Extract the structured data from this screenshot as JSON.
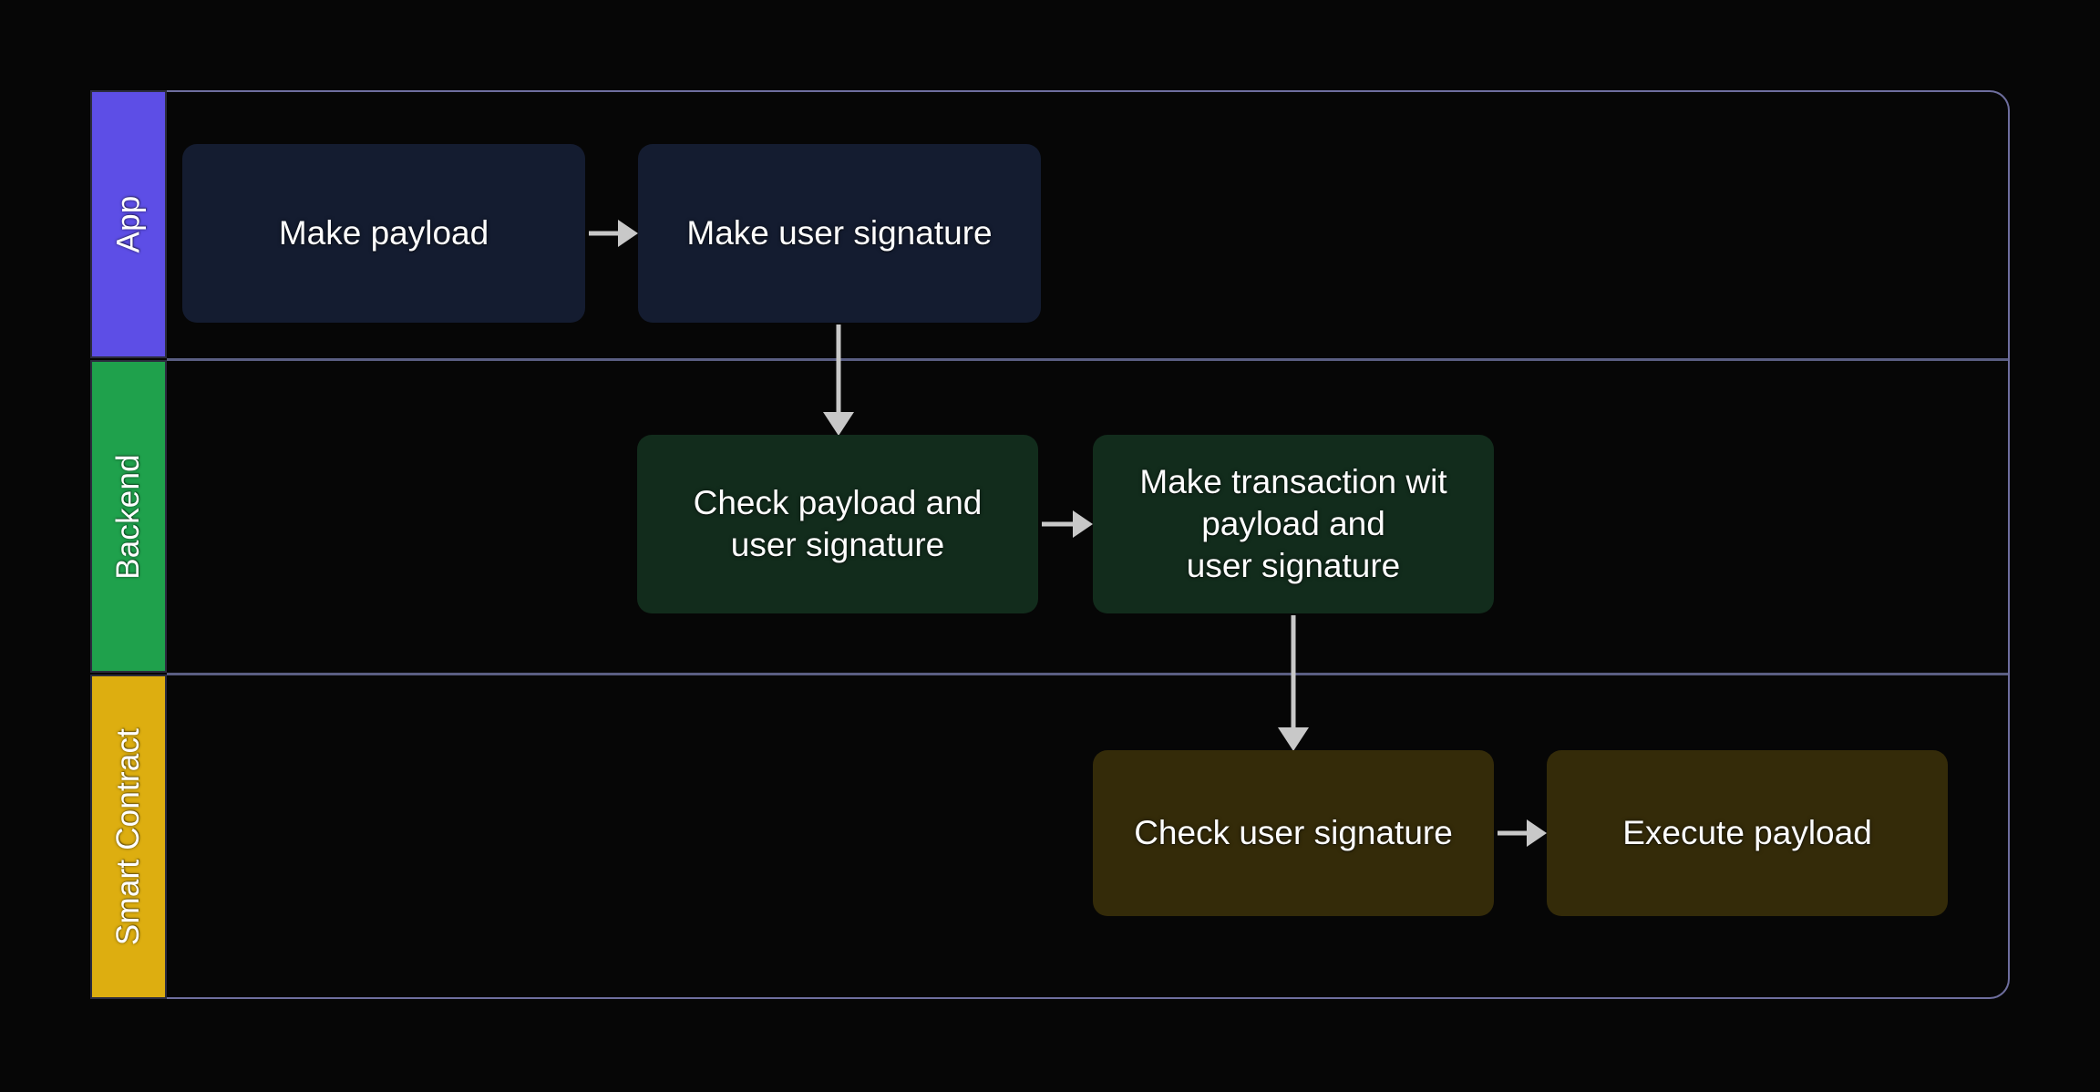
{
  "diagram": {
    "type": "swimlane-flowchart",
    "background_color": "#060606",
    "frame_border_color": "#6e6e9e",
    "lane_separator_color": "#5a5e82",
    "arrow_color": "#c8c8c8",
    "lanes": [
      {
        "id": "app",
        "label": "App",
        "header_color": "#5d4ee6",
        "node_color": "#141c30",
        "nodes": [
          {
            "id": "make-payload",
            "label": "Make payload"
          },
          {
            "id": "make-user-signature",
            "label": "Make user signature"
          }
        ]
      },
      {
        "id": "backend",
        "label": "Backend",
        "header_color": "#1fa14c",
        "node_color": "#122c1c",
        "nodes": [
          {
            "id": "check-payload",
            "label": "Check payload and user signature"
          },
          {
            "id": "make-transaction",
            "label": "Make transaction wit payload and user signature"
          }
        ]
      },
      {
        "id": "smart-contract",
        "label": "Smart Contract",
        "header_color": "#ddae10",
        "node_color": "#342b09",
        "nodes": [
          {
            "id": "check-user-signature",
            "label": "Check user signature"
          },
          {
            "id": "execute-payload",
            "label": "Execute payload"
          }
        ]
      }
    ],
    "edges": [
      {
        "id": "edge-1",
        "from": "make-payload",
        "to": "make-user-signature",
        "direction": "horizontal"
      },
      {
        "id": "edge-2",
        "from": "make-user-signature",
        "to": "check-payload",
        "direction": "vertical"
      },
      {
        "id": "edge-3",
        "from": "check-payload",
        "to": "make-transaction",
        "direction": "horizontal"
      },
      {
        "id": "edge-4",
        "from": "make-transaction",
        "to": "check-user-signature",
        "direction": "vertical"
      },
      {
        "id": "edge-5",
        "from": "check-user-signature",
        "to": "execute-payload",
        "direction": "horizontal"
      }
    ]
  },
  "nodes": {
    "make_payload": "Make payload",
    "make_user_signature": "Make user signature",
    "check_payload_line1": "Check payload and",
    "check_payload_line2": "user signature",
    "make_transaction_line1": "Make transaction wit",
    "make_transaction_line2": "payload and",
    "make_transaction_line3": "user signature",
    "check_user_signature": "Check user signature",
    "execute_payload": "Execute payload"
  },
  "lane_labels": {
    "app": "App",
    "backend": "Backend",
    "smart_contract": "Smart Contract"
  }
}
